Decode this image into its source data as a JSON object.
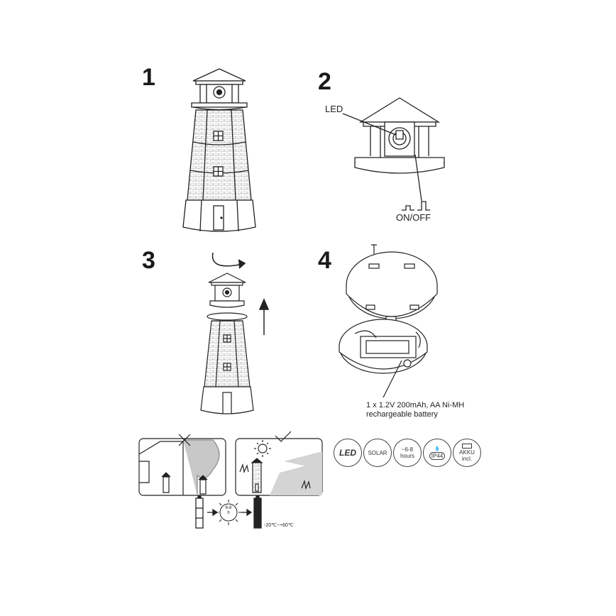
{
  "steps": {
    "step1": "1",
    "step2": "2",
    "step3": "3",
    "step4": "4"
  },
  "labels": {
    "led": "LED",
    "on_off": "ON/OFF",
    "battery_line1": "1 x 1.2V 200mAh, AA Ni-MH",
    "battery_line2": "rechargeable battery",
    "charge_hours": "6-8",
    "charge_hours_unit": "h",
    "temp_range": "-20℃~+60℃"
  },
  "badges": {
    "led": "LED",
    "solar": "SOLAR",
    "hours_value": "~6-8",
    "hours_unit": "hours",
    "ip": "IP44",
    "akku": "AKKU",
    "akku_sub": "incl."
  },
  "icons": [
    "lighthouse-icon",
    "lamp-head-icon",
    "rotate-arrow-icon",
    "up-arrow-icon",
    "battery-compartment-icon",
    "sun-icon",
    "battery-icon",
    "water-drop-icon"
  ]
}
